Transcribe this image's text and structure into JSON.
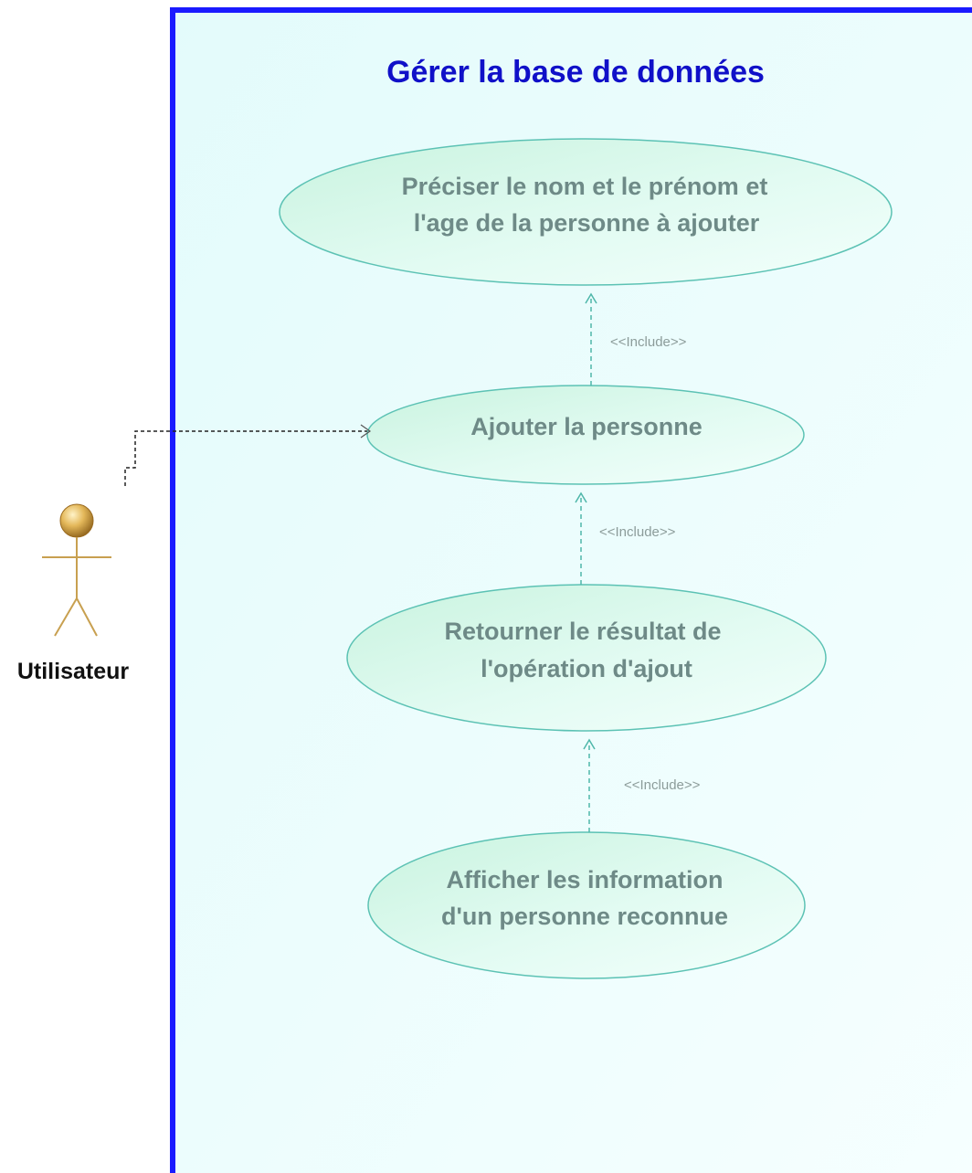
{
  "system": {
    "title": "Gérer la base de données",
    "border_color": "#1a1aff",
    "fill_color": "#ecfdfd"
  },
  "actor": {
    "name": "Utilisateur",
    "color": "#c8a050",
    "icon": "stick-figure-actor-icon"
  },
  "use_cases": [
    {
      "id": "preciser",
      "lines": [
        "Préciser le nom et le prénom et",
        "l'age de la personne à ajouter"
      ]
    },
    {
      "id": "ajouter",
      "lines": [
        "Ajouter la personne"
      ]
    },
    {
      "id": "retourner",
      "lines": [
        "Retourner le résultat de",
        "l'opération d'ajout"
      ]
    },
    {
      "id": "afficher",
      "lines": [
        "Afficher les information",
        "d'un personne reconnue"
      ]
    }
  ],
  "relations": [
    {
      "from": "ajouter",
      "to": "preciser",
      "stereotype": "<<Include>>"
    },
    {
      "from": "retourner",
      "to": "ajouter",
      "stereotype": "<<Include>>"
    },
    {
      "from": "afficher",
      "to": "retourner",
      "stereotype": "<<Include>>"
    },
    {
      "from": "actor",
      "to": "ajouter",
      "stereotype": ""
    }
  ],
  "colors": {
    "use_case_fill": "#d6f7ea",
    "use_case_stroke": "#5cc2b4",
    "include_line": "#4fb7aa",
    "association_line": "#222222"
  }
}
